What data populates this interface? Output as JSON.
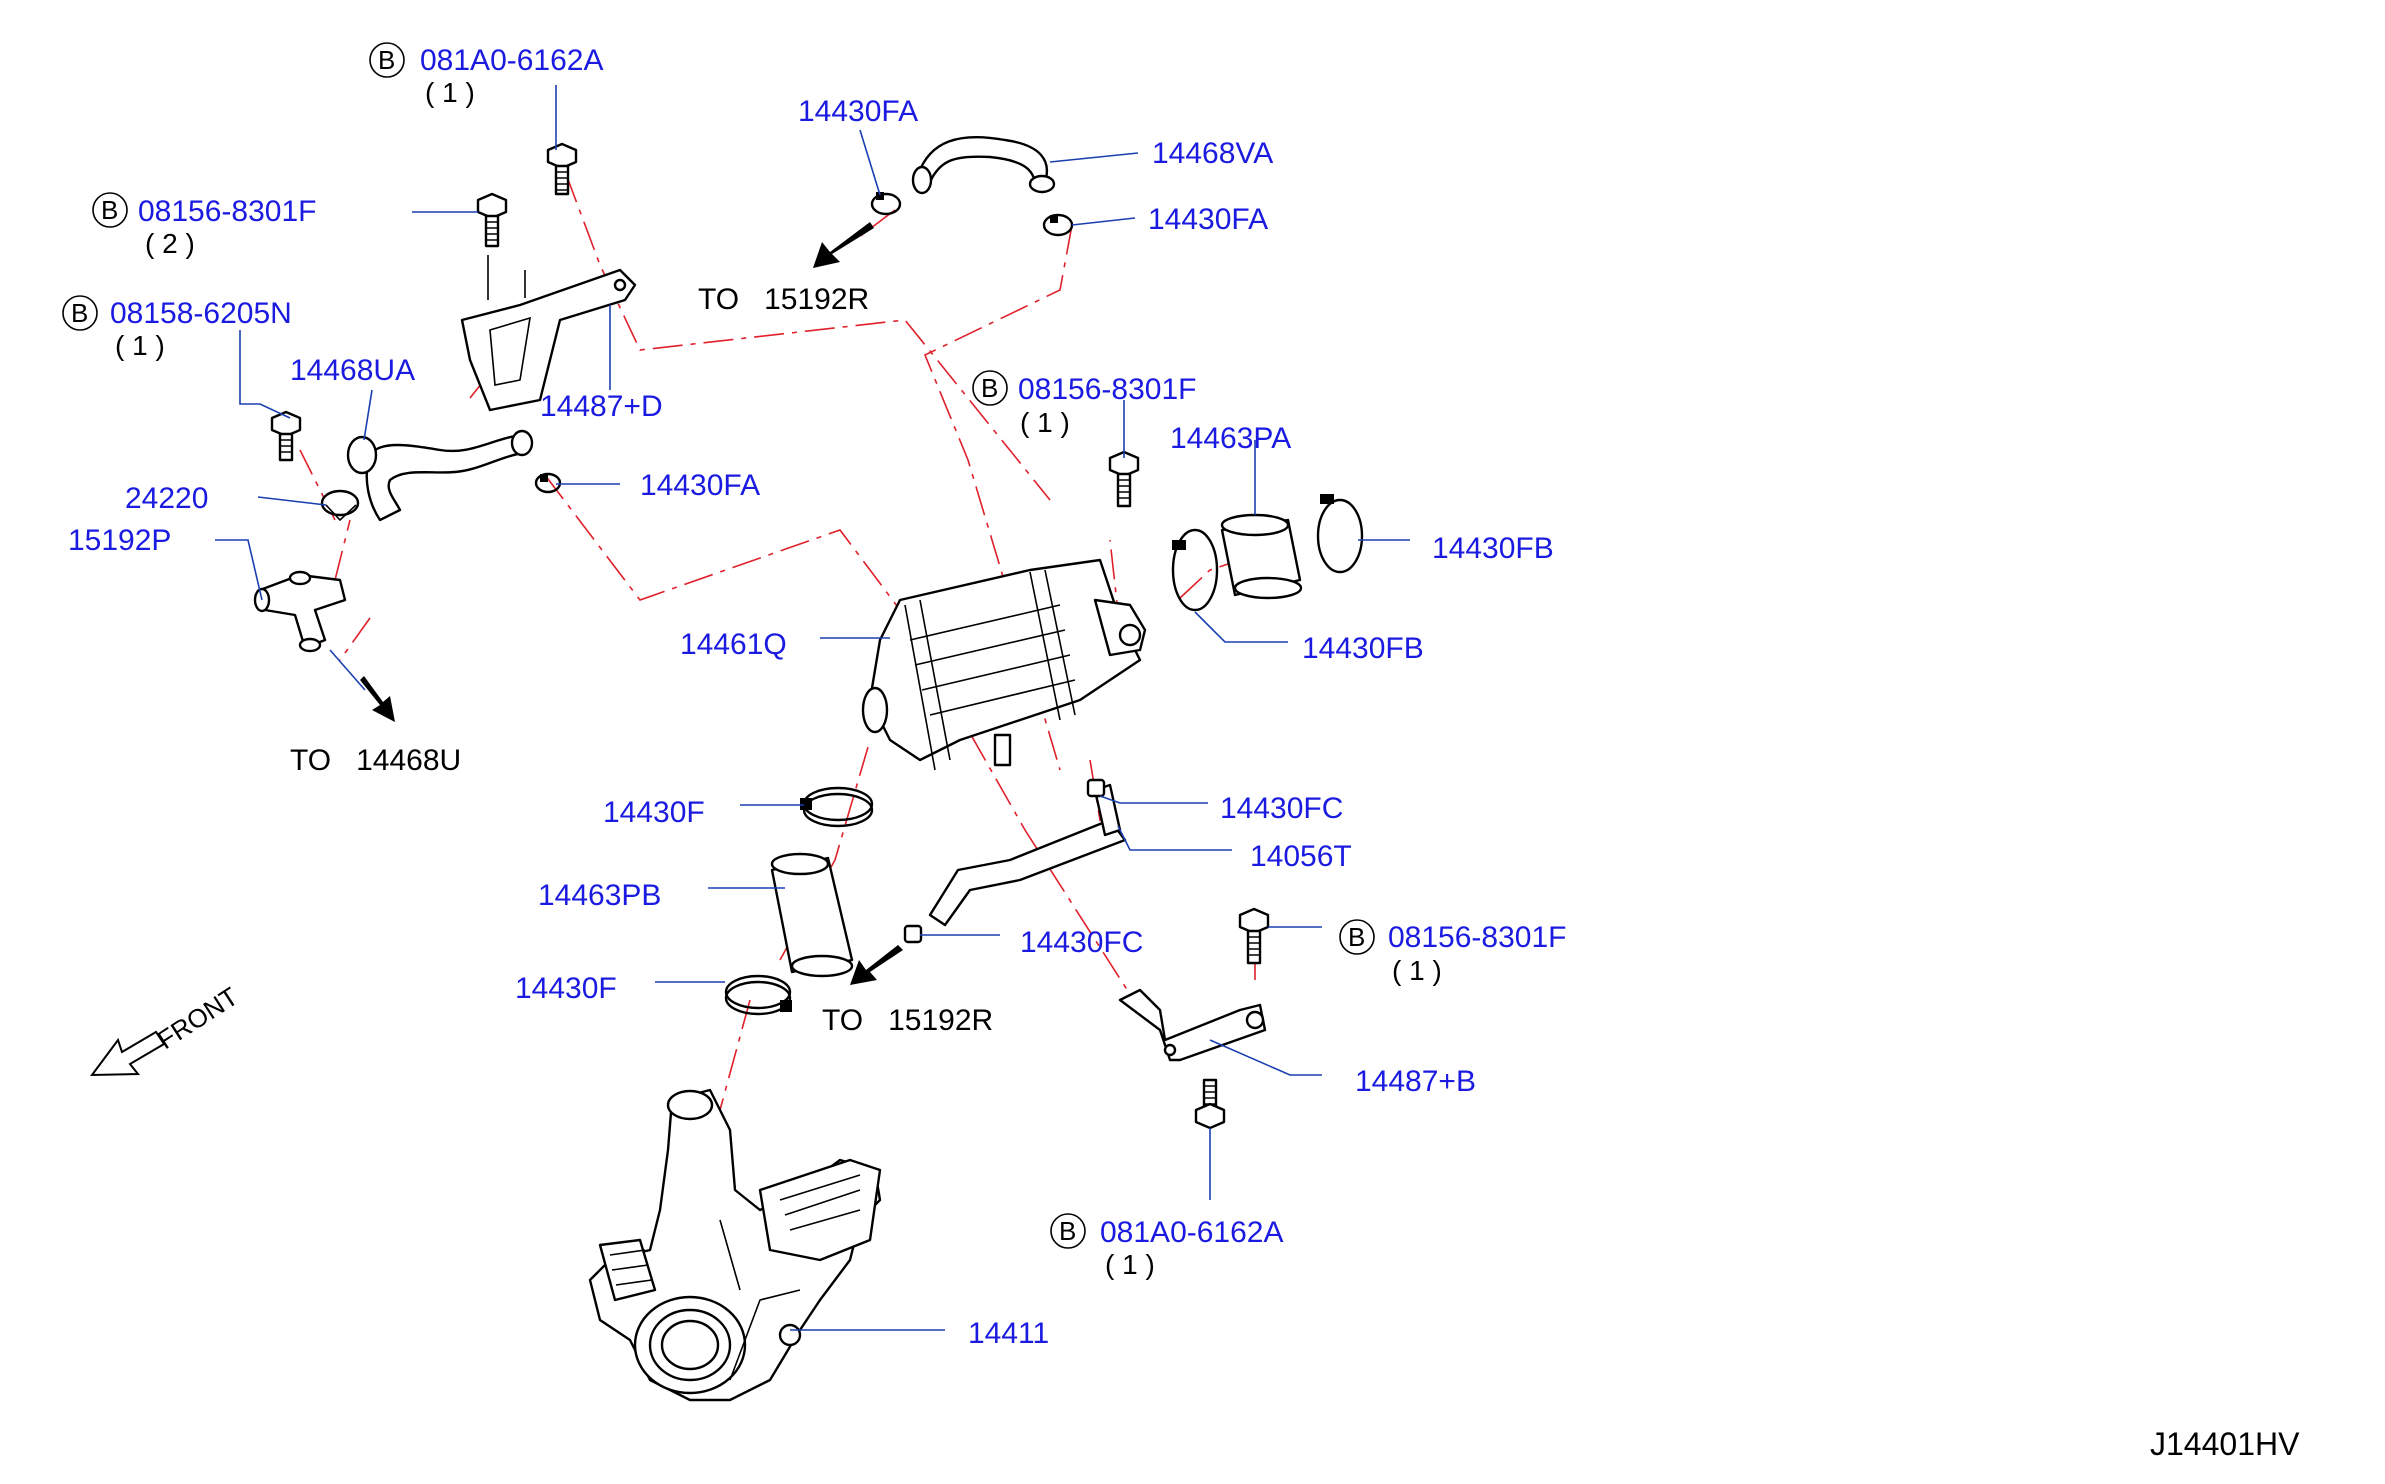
{
  "colors": {
    "label": "#1a1ae0",
    "leader": "#1a3fb0",
    "center_line": "#e0202a",
    "line_art": "#000000"
  },
  "symbol": "B",
  "callouts": [
    {
      "id": "c1",
      "part": "081A0-6162A",
      "qty": "( 1 )",
      "bolt": true
    },
    {
      "id": "c2",
      "part": "08156-8301F",
      "qty": "( 2 )",
      "bolt": true
    },
    {
      "id": "c3",
      "part": "08158-6205N",
      "qty": "( 1 )",
      "bolt": true
    },
    {
      "id": "c4",
      "part": "14468UA"
    },
    {
      "id": "c5",
      "part": "24220"
    },
    {
      "id": "c6",
      "part": "15192P"
    },
    {
      "id": "c7",
      "part": "14487+D"
    },
    {
      "id": "c8",
      "part": "14430FA"
    },
    {
      "id": "c9",
      "part": "14430FA"
    },
    {
      "id": "c10",
      "part": "14468VA"
    },
    {
      "id": "c11",
      "part": "14430FA"
    },
    {
      "id": "c12",
      "part": "08156-8301F",
      "qty": "( 1 )",
      "bolt": true
    },
    {
      "id": "c13",
      "part": "14463PA"
    },
    {
      "id": "c14",
      "part": "14430FB"
    },
    {
      "id": "c15",
      "part": "14430FB"
    },
    {
      "id": "c16",
      "part": "14461Q"
    },
    {
      "id": "c17",
      "part": "14430FC"
    },
    {
      "id": "c18",
      "part": "14056T"
    },
    {
      "id": "c19",
      "part": "14430F"
    },
    {
      "id": "c20",
      "part": "14463PB"
    },
    {
      "id": "c21",
      "part": "14430F"
    },
    {
      "id": "c22",
      "part": "14430FC"
    },
    {
      "id": "c23",
      "part": "08156-8301F",
      "qty": "( 1 )",
      "bolt": true
    },
    {
      "id": "c24",
      "part": "14487+B"
    },
    {
      "id": "c25",
      "part": "081A0-6162A",
      "qty": "( 1 )",
      "bolt": true
    },
    {
      "id": "c26",
      "part": "14411"
    }
  ],
  "directions": [
    {
      "id": "d1",
      "text": "TO   15192R",
      "icon": "arrow-icon"
    },
    {
      "id": "d2",
      "text": "TO   14468U",
      "icon": "arrow-icon"
    },
    {
      "id": "d3",
      "text": "TO   15192R",
      "icon": "arrow-icon"
    }
  ],
  "orientation": {
    "text": "FRONT",
    "icon": "front-arrow-icon"
  },
  "diagram_code": "J14401HV"
}
